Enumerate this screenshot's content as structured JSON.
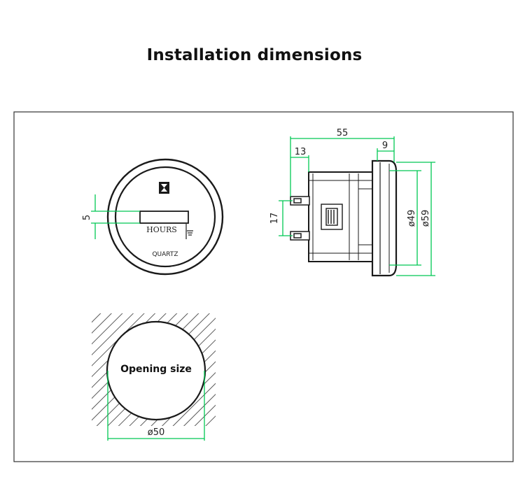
{
  "title": "Installation dimensions",
  "colors": {
    "dimension_line": "#00c853",
    "outline": "#1a1a1a",
    "frame": "#333333",
    "hatch": "#333333"
  },
  "front_view": {
    "dim_display_height": "5",
    "display_label": "HOURS",
    "brand_label": "QUARTZ",
    "icons": [
      "hourglass-icon",
      "ground-icon"
    ]
  },
  "side_view": {
    "dim_total_depth": "55",
    "dim_body_depth": "13",
    "dim_bezel_depth": "9",
    "dim_terminal_spacing": "17",
    "dim_body_diameter": "ø49",
    "dim_bezel_diameter": "ø59"
  },
  "cutout": {
    "label": "Opening size",
    "dim_diameter": "ø50"
  }
}
